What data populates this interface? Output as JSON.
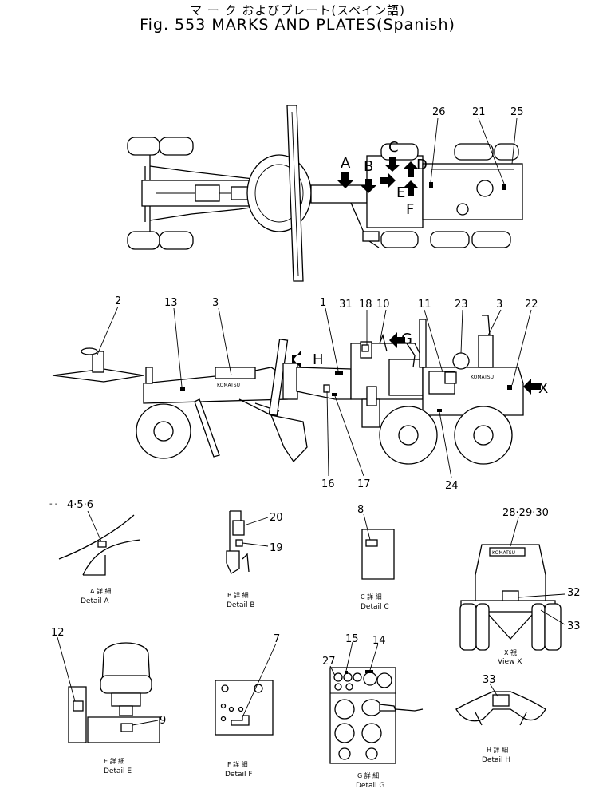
{
  "title": {
    "japanese": "マ ー ク およびプレート(スペイン語)",
    "english": "Fig. 553 MARKS AND PLATES(Spanish)"
  },
  "top_view": {
    "arrow_letters": [
      "A",
      "B",
      "C",
      "D",
      "E",
      "F"
    ],
    "callouts": [
      "26",
      "21",
      "25"
    ]
  },
  "side_view": {
    "callouts": [
      "2",
      "13",
      "3",
      "1",
      "31",
      "18",
      "10",
      "11",
      "23",
      "3",
      "22",
      "16",
      "17",
      "24"
    ],
    "arrow_letters": [
      "H",
      "G",
      "X"
    ],
    "brand_text": "KOMATSU"
  },
  "details": {
    "a": {
      "callout": "4·5·6",
      "caption_jp": "A 詳 細",
      "caption_en": "Detail A"
    },
    "b": {
      "callouts": [
        "20",
        "19"
      ],
      "caption_jp": "B 詳 細",
      "caption_en": "Detail B"
    },
    "c": {
      "callout": "8",
      "caption_jp": "C 詳 細",
      "caption_en": "Detail C"
    },
    "x": {
      "callouts": [
        "28·29·30",
        "32",
        "33"
      ],
      "brand_text": "KOMATSU",
      "caption_jp": "X 視",
      "caption_en": "View X"
    },
    "e": {
      "callouts": [
        "12",
        "9"
      ],
      "caption_jp": "E 詳 細",
      "caption_en": "Detail E"
    },
    "f": {
      "callout": "7",
      "caption_jp": "F 詳 細",
      "caption_en": "Detail F"
    },
    "g": {
      "callouts": [
        "27",
        "15",
        "14"
      ],
      "caption_jp": "G 詳 細",
      "caption_en": "Detail G"
    },
    "h": {
      "callout": "33",
      "caption_jp": "H 詳 細",
      "caption_en": "Detail H"
    }
  }
}
